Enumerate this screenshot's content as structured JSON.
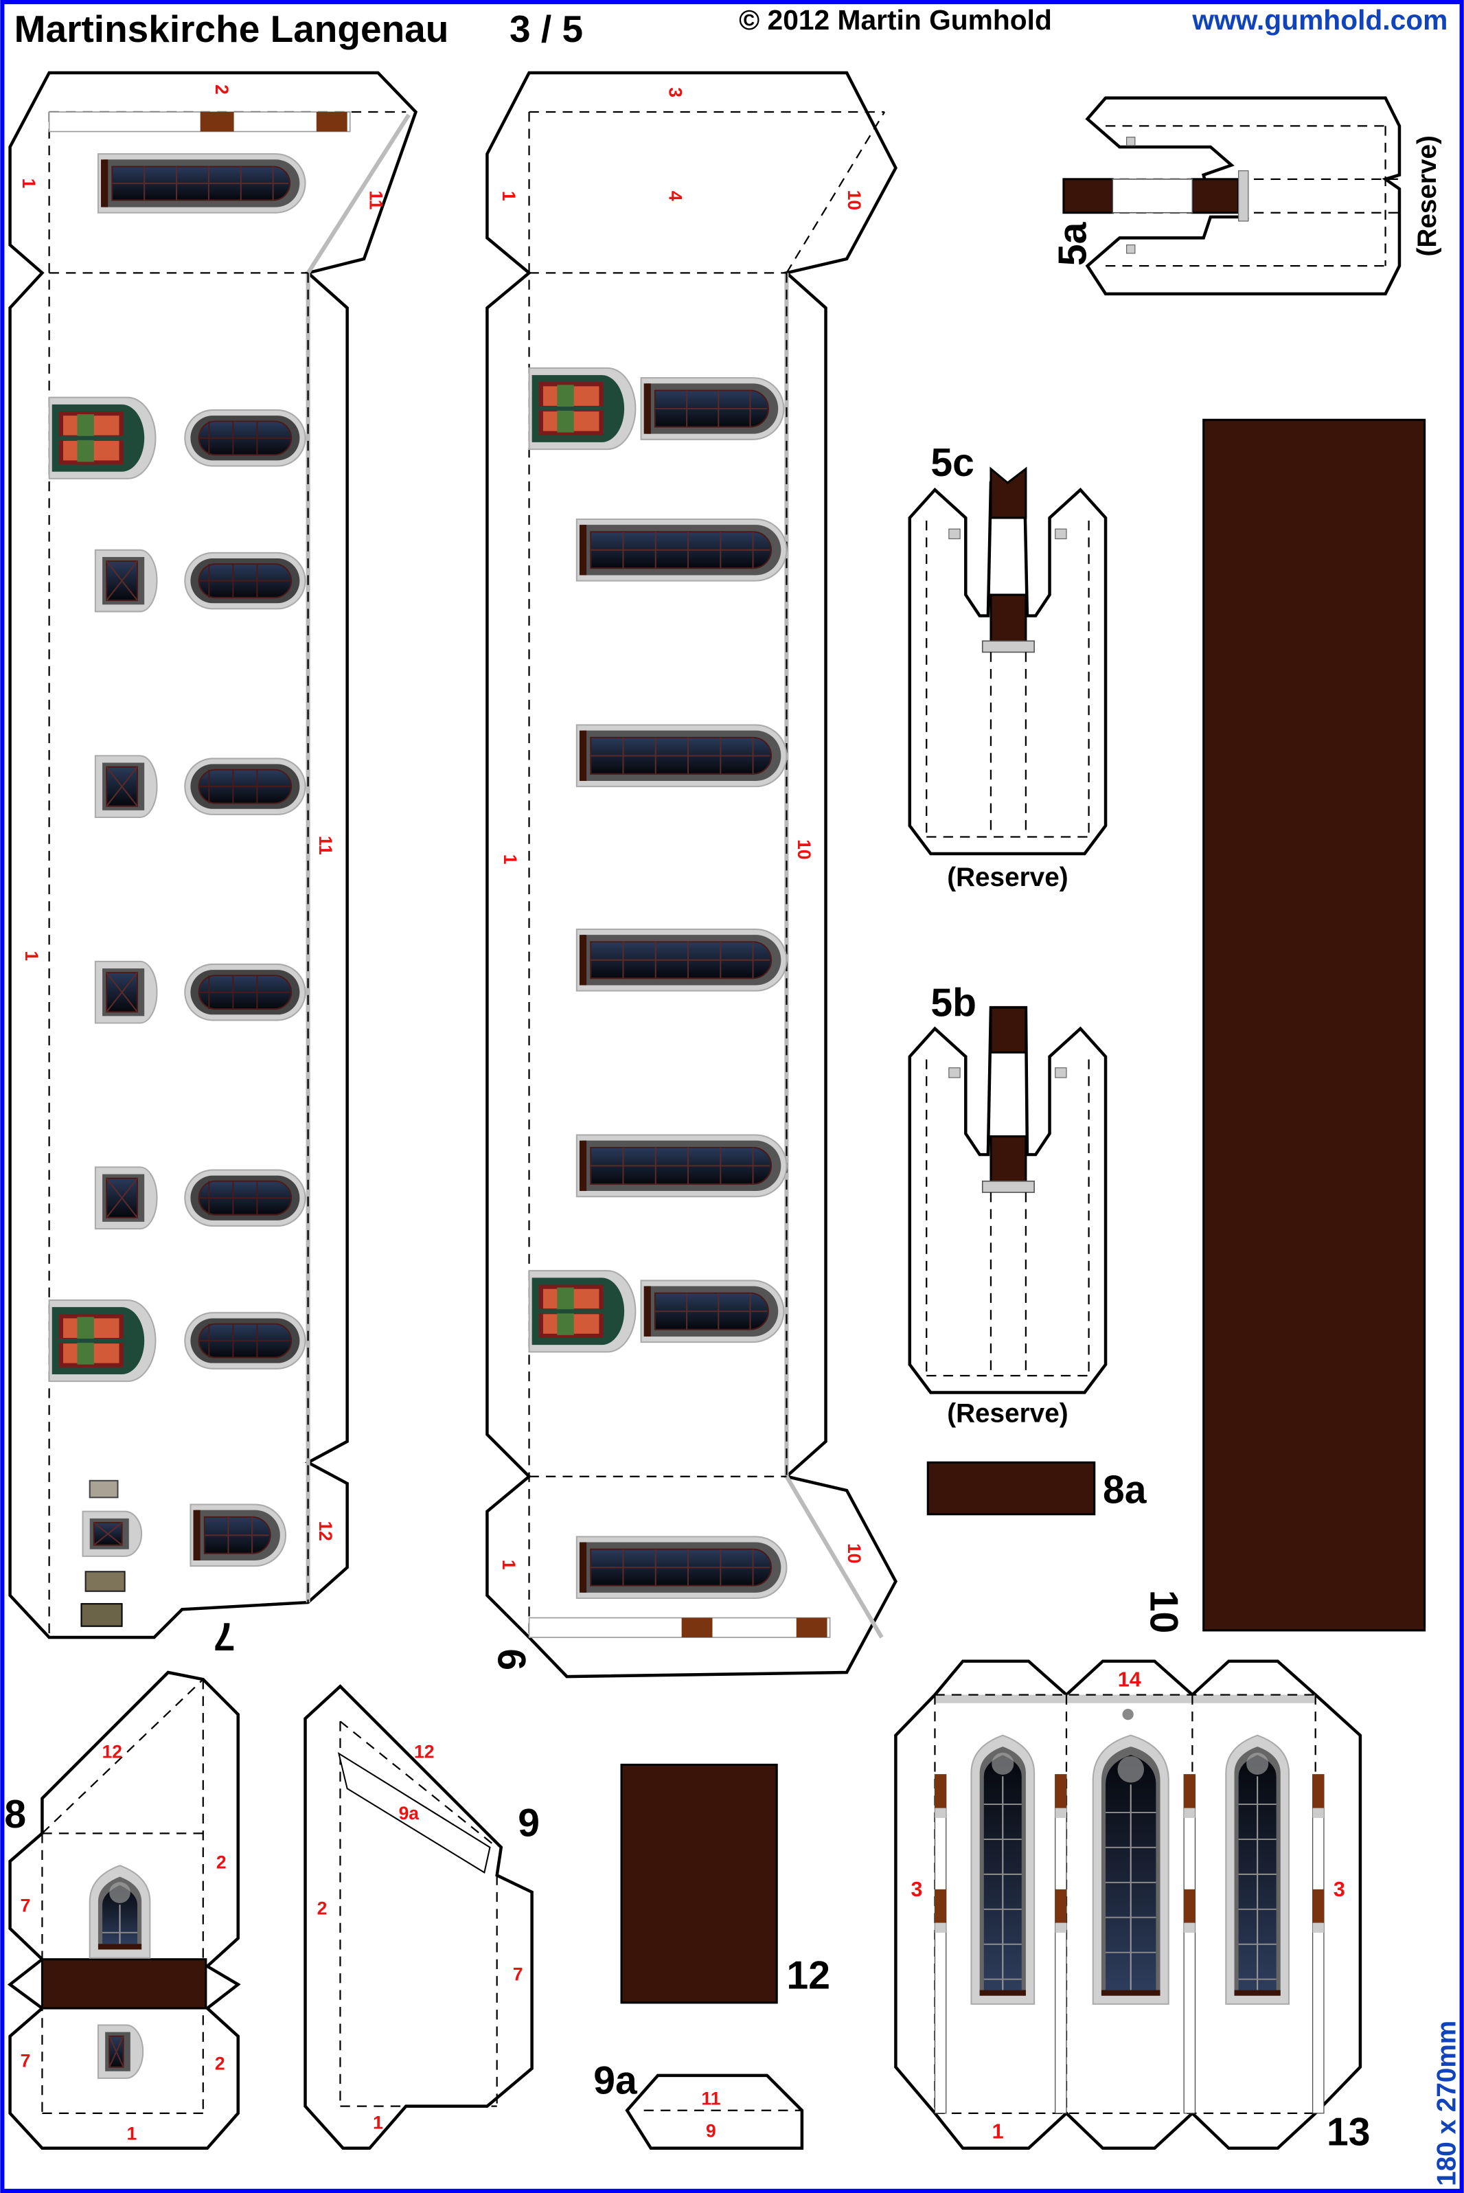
{
  "header": {
    "title": "Martinskirche Langenau",
    "page": "3 / 5",
    "copyright": "© 2012 Martin Gumhold",
    "url": "www.gumhold.com"
  },
  "footer": {
    "sheet_size": "180 x 270mm"
  },
  "parts": {
    "p5a": "5a",
    "p5c": "5c",
    "p5b": "5b",
    "p8a": "8a",
    "p10": "10",
    "p7": "7",
    "p6": "6",
    "p8": "8",
    "p9": "9",
    "p12": "12",
    "p9a": "9a",
    "p13": "13"
  },
  "reserve": {
    "r5a": "(Reserve)",
    "r5c": "(Reserve)",
    "r5b": "(Reserve)"
  },
  "glue": {
    "p7_top": "2",
    "p7_left_top": "1",
    "p7_right_top": "11",
    "p7_left": "1",
    "p7_right": "11",
    "p7_bottom": "12",
    "p6_top": "3",
    "p6_center": "4",
    "p6_left_top": "1",
    "p6_right_top": "10",
    "p6_left": "1",
    "p6_right": "10",
    "p6_left_bottom": "1",
    "p6_right_bottom": "10",
    "p8_top": "12",
    "p8_right1": "2",
    "p8_left1": "7",
    "p8_left2": "7",
    "p8_right2": "2",
    "p8_bottom": "1",
    "p9_top": "12",
    "p9_inner": "9a",
    "p9_left": "2",
    "p9_right": "7",
    "p9_bottom": "1",
    "p9a_top": "11",
    "p9a_bottom": "9",
    "p13_top": "14",
    "p13_left": "3",
    "p13_right": "3",
    "p13_bottom": "1"
  },
  "colors": {
    "frame": "#0000ff",
    "brick": "#3a1408",
    "glue_label": "#ee1111",
    "url": "#1144bb"
  }
}
